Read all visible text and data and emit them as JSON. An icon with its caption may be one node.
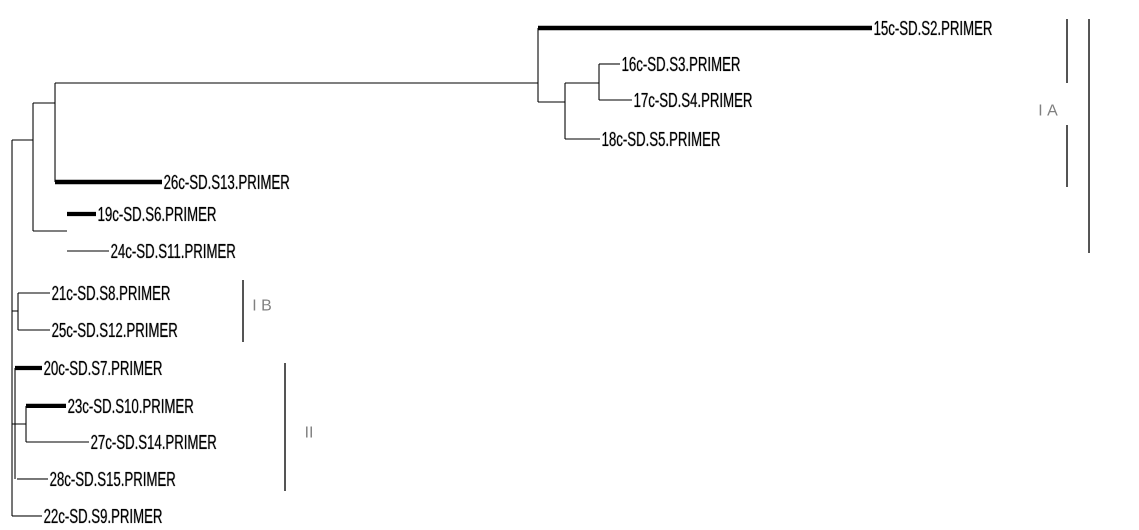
{
  "diagram": {
    "nodes": [
      {
        "text": [
          "15c-SD.S2.PRIMER"
        ]
      },
      {
        "text": [
          "16c-SD.S3.PRIMER"
        ]
      },
      {
        "text": [
          "17c-SD.S4.PRIMER"
        ]
      },
      {
        "text": [
          "18c-SD.S5.PRIMER"
        ]
      },
      {
        "text": [
          "26c-SD.S13.PRIMER"
        ]
      },
      {
        "text": [
          "19c-SD.S6.PRIMER"
        ]
      },
      {
        "text": [
          "24c-SD.S11.PRIMER"
        ]
      },
      {
        "text": [
          "21c-SD.S8.PRIMER"
        ]
      },
      {
        "text": [
          "25c-SD.S12.PRIMER"
        ]
      },
      {
        "text": [
          "20c-SD.S7.PRIMER"
        ]
      },
      {
        "text": [
          "23c-SD.S10.PRIMER"
        ]
      },
      {
        "text": [
          "27c-SD.S14.PRIMER"
        ]
      },
      {
        "text": [
          "28c-SD.S15.PRIMER"
        ]
      },
      {
        "text": [
          "22c-SD.S9.PRIMER"
        ]
      }
    ],
    "edges": [
      {
        "from": null,
        "to": 0,
        "arrow": "none",
        "style": "thick"
      },
      {
        "from": null,
        "to": 1,
        "arrow": "none"
      },
      {
        "from": null,
        "to": 2,
        "arrow": "none"
      },
      {
        "from": null,
        "to": 3,
        "arrow": "none"
      },
      {
        "from": null,
        "to": 4,
        "arrow": "none",
        "style": "thick"
      },
      {
        "from": null,
        "to": 5,
        "arrow": "none",
        "style": "thick"
      },
      {
        "from": null,
        "to": 6,
        "arrow": "none"
      },
      {
        "from": null,
        "to": 7,
        "arrow": "none"
      },
      {
        "from": null,
        "to": 8,
        "arrow": "none"
      },
      {
        "from": null,
        "to": 9,
        "arrow": "none",
        "style": "thick"
      },
      {
        "from": null,
        "to": 10,
        "arrow": "none",
        "style": "thick"
      },
      {
        "from": null,
        "to": 11,
        "arrow": "none"
      },
      {
        "from": null,
        "to": 12,
        "arrow": "none"
      },
      {
        "from": null,
        "to": 13,
        "arrow": "none"
      }
    ],
    "labels": [
      "I A",
      "I B",
      "II"
    ]
  }
}
